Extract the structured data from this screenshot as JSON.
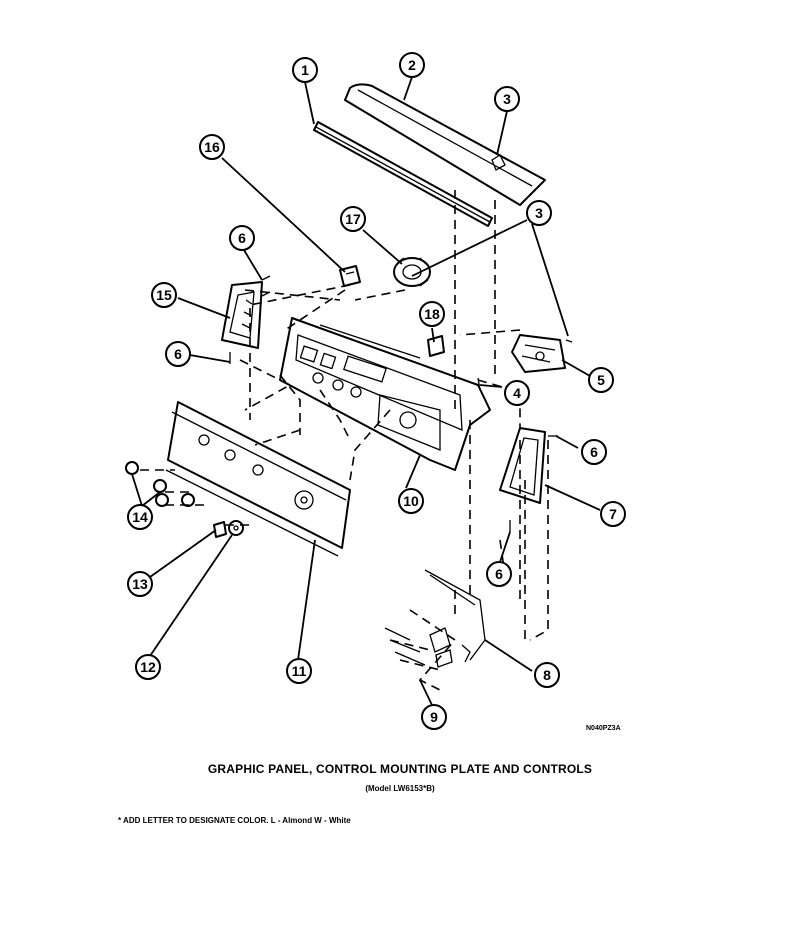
{
  "diagram": {
    "title": "GRAPHIC PANEL, CONTROL MOUNTING PLATE AND CONTROLS",
    "subtitle": "(Model LW6153*B)",
    "footnote": "* ADD LETTER TO DESIGNATE COLOR.  L - Almond   W - White",
    "drawing_id": "N040PZ3A",
    "callouts": [
      "1",
      "2",
      "3",
      "3",
      "16",
      "17",
      "6",
      "15",
      "18",
      "6",
      "5",
      "4",
      "10",
      "6",
      "7",
      "14",
      "6",
      "13",
      "11",
      "12",
      "8",
      "9"
    ]
  }
}
